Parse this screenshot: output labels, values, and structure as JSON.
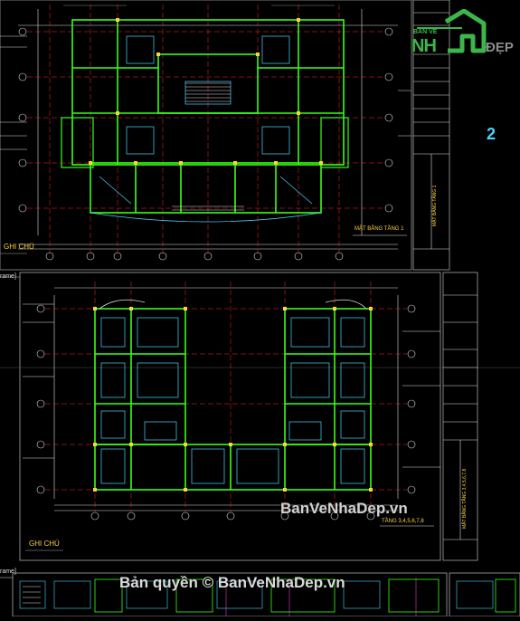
{
  "logo": {
    "top_text": "BẢN VẼ",
    "brand_left": "NH",
    "brand_right": "ĐẸP",
    "colors": {
      "green": "#3cb54a",
      "gray": "#8c8c8c"
    }
  },
  "sheet1": {
    "ghi_chu": "GHI CHÚ",
    "floor_title": "MẶT BẰNG TẦNG 1",
    "sheet_number": "2",
    "title_block_text": "MẶT BẰNG TẦNG 1"
  },
  "sheet2": {
    "frame_tag": "rame]",
    "ghi_chu": "GHI CHÚ",
    "floor_title": "TẦNG 3,4,5,6,7,8",
    "title_block_text": "MẶT BẰNG TẦNG 3,4,5,6,7,8"
  },
  "sheet3": {
    "frame_tag": "rame]"
  },
  "watermarks": {
    "site": "BanVeNhaDep.vn",
    "copyright": "Bản quyền © BanVeNhaDep.vn"
  },
  "colors": {
    "background": "#000000",
    "wall_green": "#39ff14",
    "frame_white": "#e6e6e6",
    "grid_red": "#ff2a2a",
    "cyan": "#46d7ff",
    "yellow": "#ffd23c",
    "magenta": "#ff4fd8"
  }
}
